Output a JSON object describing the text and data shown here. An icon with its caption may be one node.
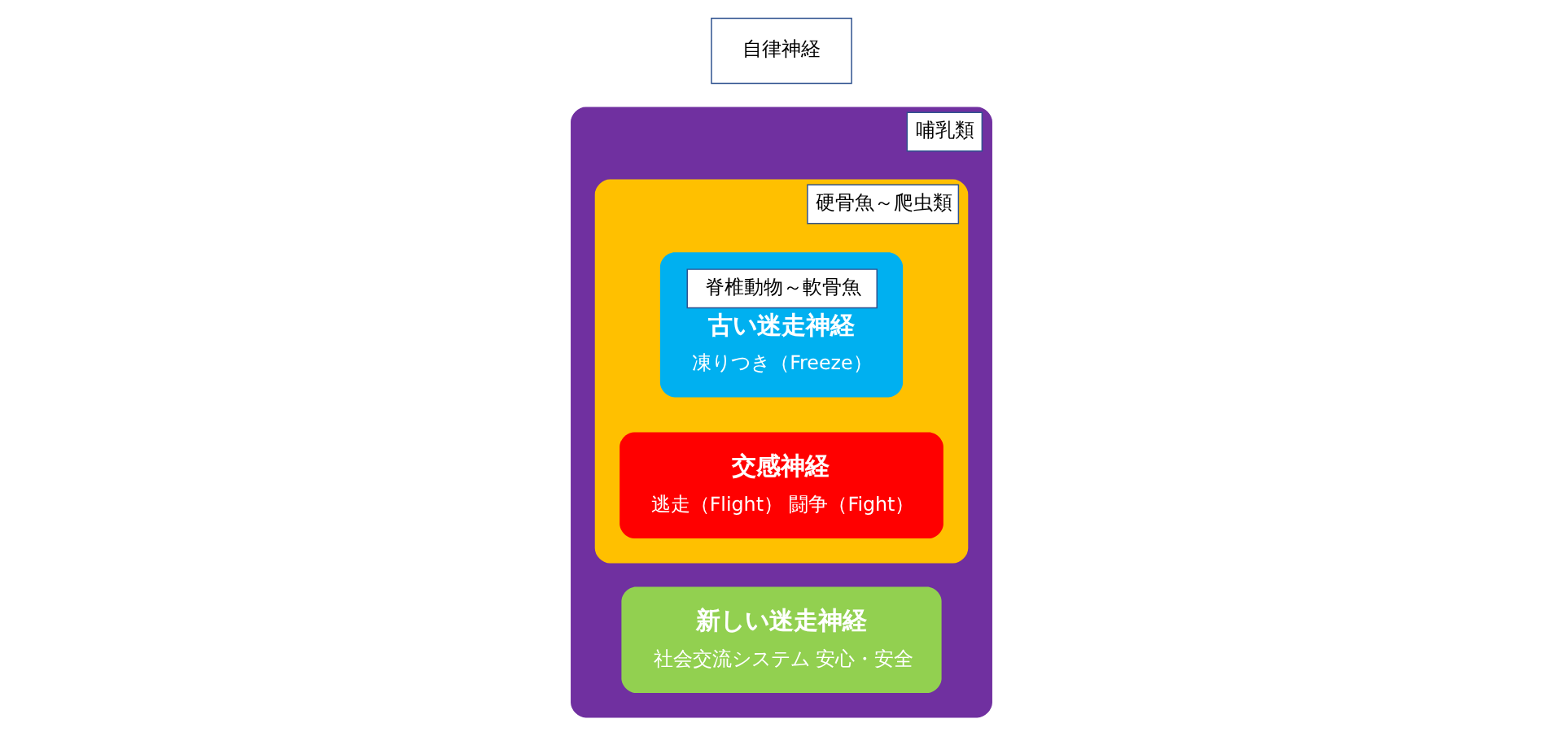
{
  "diagram": {
    "nodes": [
      {
        "text": [
          "哺乳類"
        ]
      },
      {
        "text": [
          "硬骨魚～爬虫類"
        ],
        "in": 0
      },
      {
        "text": [
          "脊椎動物～軟骨魚",
          "古い迷走神経",
          "凍りつき（Freeze）"
        ],
        "in": 1
      },
      {
        "text": [
          "交感神経",
          "逃走（Flight） 闘争（Fight）"
        ],
        "in": 1
      },
      {
        "text": [
          "新しい迷走神経",
          "社会交流システム 安心・安全"
        ],
        "in": 0
      },
      {
        "text": [
          "自律神経"
        ]
      }
    ]
  }
}
